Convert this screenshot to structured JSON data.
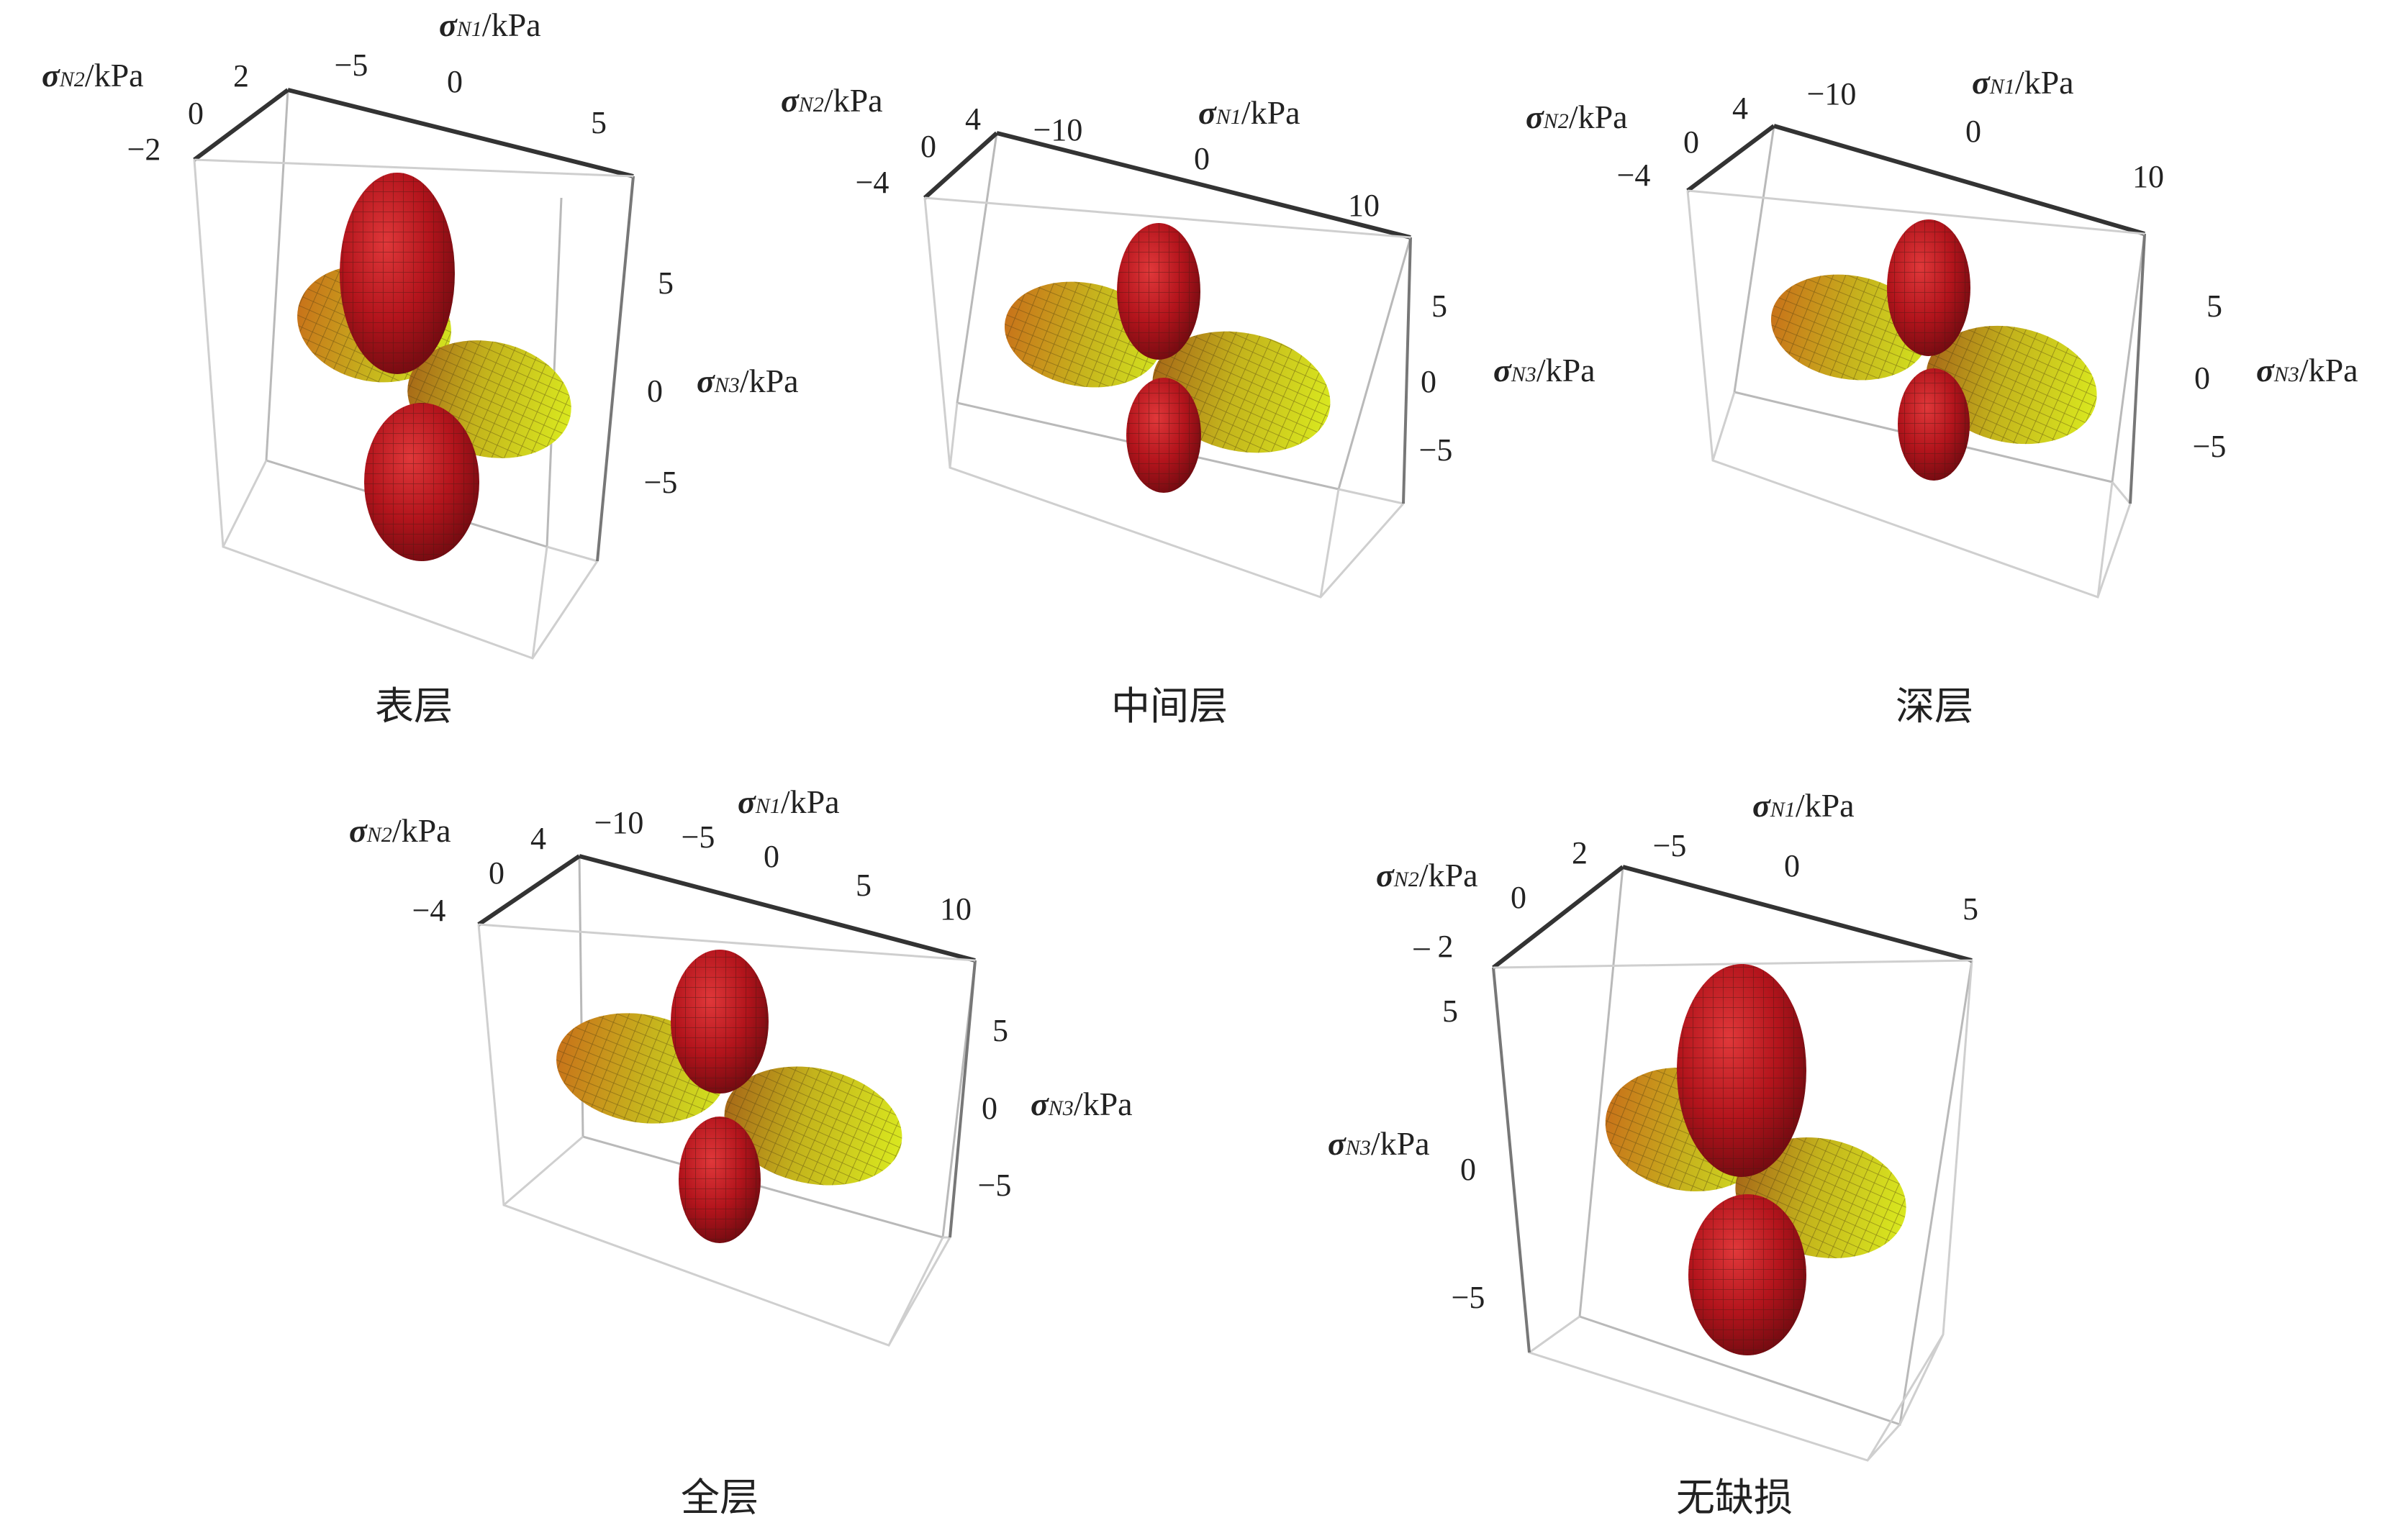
{
  "figure": {
    "axis_units": "/kPa",
    "axis_n1_sub": "N1",
    "axis_n2_sub": "N2",
    "axis_n3_sub": "N3",
    "axis_symbol": "σ",
    "colors": {
      "vertical_lobe": "#b3141c",
      "horizontal_lobe": "#b7c21b",
      "mesh": "#4a1a10"
    }
  },
  "chart_data": [
    {
      "type": "3d-surface",
      "caption": "表层",
      "ticks_n1": [
        "−5",
        "0",
        "5"
      ],
      "ticks_n2": [
        "2",
        "0",
        "−2"
      ],
      "ticks_n3": [
        "5",
        "0",
        "−5"
      ]
    },
    {
      "type": "3d-surface",
      "caption": "中间层",
      "ticks_n1": [
        "−10",
        "0",
        "10"
      ],
      "ticks_n2": [
        "4",
        "0",
        "−4"
      ],
      "ticks_n3": [
        "5",
        "0",
        "−5"
      ]
    },
    {
      "type": "3d-surface",
      "caption": "深层",
      "ticks_n1": [
        "−10",
        "0",
        "10"
      ],
      "ticks_n2": [
        "4",
        "0",
        "−4"
      ],
      "ticks_n3": [
        "5",
        "0",
        "−5"
      ]
    },
    {
      "type": "3d-surface",
      "caption": "全层",
      "ticks_n1": [
        "−10",
        "−5",
        "0",
        "5",
        "10"
      ],
      "ticks_n2": [
        "4",
        "0",
        "−4"
      ],
      "ticks_n3": [
        "5",
        "0",
        "−5"
      ]
    },
    {
      "type": "3d-surface",
      "caption": "无缺损",
      "ticks_n1": [
        "−5",
        "0",
        "5"
      ],
      "ticks_n2": [
        "2",
        "0",
        "– 2"
      ],
      "ticks_n3": [
        "5",
        "0",
        "−5"
      ]
    }
  ]
}
